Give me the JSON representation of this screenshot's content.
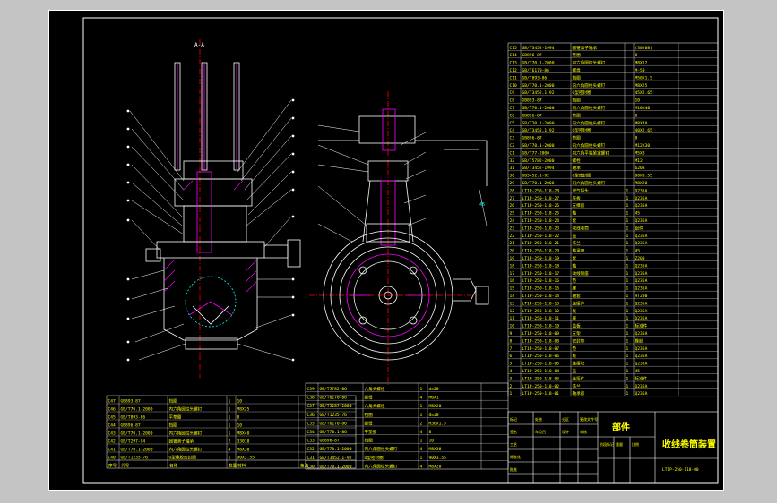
{
  "drawing": {
    "title_main": "收线卷筒装置",
    "title_part": "部件",
    "drawing_no": "LT1P-250-118-00",
    "header_cols": [
      "序号",
      "代号",
      "名称",
      "数量",
      "材料",
      "备注"
    ],
    "tb_labels": [
      "标记",
      "处数",
      "分区",
      "更改文件号",
      "签名",
      "年月日",
      "设计",
      "审核",
      "工艺",
      "标准化",
      "批准",
      "阶段标记",
      "重量",
      "比例"
    ],
    "section_label": "A-A",
    "dim_label": "45",
    "colors": {
      "frame": "#ffffff",
      "line": "#ffffff",
      "hatch": "#ff00ff",
      "text": "#ffff00",
      "dim": "#00ffff"
    }
  },
  "bom_right": [
    {
      "no": "C15",
      "code": "GB/T3452-1994",
      "name": "圆锥滚子轴承",
      "qty": "",
      "mat": "(30208)"
    },
    {
      "no": "C14",
      "code": "GB896-87",
      "name": "垫圈",
      "qty": "",
      "mat": "8"
    },
    {
      "no": "C13",
      "code": "GB/T70.1-2000",
      "name": "内六角圆柱头螺钉",
      "qty": "",
      "mat": "M8X12"
    },
    {
      "no": "C12",
      "code": "GB/T6170-86",
      "name": "螺母",
      "qty": "",
      "mat": "M-50"
    },
    {
      "no": "C11",
      "code": "GB/T893-86",
      "name": "挡圈",
      "qty": "",
      "mat": "M50X1.5"
    },
    {
      "no": "C10",
      "code": "GB/T70.1-2000",
      "name": "内六角圆柱头螺钉",
      "qty": "",
      "mat": "M8X25"
    },
    {
      "no": "C9",
      "code": "GB/T3452.1-92",
      "name": "O型密封圈",
      "qty": "",
      "mat": "45X2.65"
    },
    {
      "no": "C8",
      "code": "GB893-87",
      "name": "挡圈",
      "qty": "",
      "mat": "10"
    },
    {
      "no": "C7",
      "code": "GB/T70.1-2000",
      "name": "内六角圆柱头螺钉",
      "qty": "",
      "mat": "M10X40"
    },
    {
      "no": "C6",
      "code": "GB896-87",
      "name": "垫圈",
      "qty": "",
      "mat": "8"
    },
    {
      "no": "C5",
      "code": "GB/T70.1-2000",
      "name": "内六角圆柱头螺钉",
      "qty": "",
      "mat": "M8X40"
    },
    {
      "no": "C4",
      "code": "GB/T3452.1-92",
      "name": "O型密封圈",
      "qty": "",
      "mat": "40X2.65"
    },
    {
      "no": "C3",
      "code": "GB896-87",
      "name": "垫圈",
      "qty": "",
      "mat": "8"
    },
    {
      "no": "C2",
      "code": "GB/T70.1-2000",
      "name": "内六角圆柱头螺钉",
      "qty": "",
      "mat": "M12X30"
    },
    {
      "no": "C1",
      "code": "GB/T77-2000",
      "name": "内六角平端紧定螺钉",
      "qty": "",
      "mat": "M5X8"
    },
    {
      "no": "32",
      "code": "GB/T5782-2000",
      "name": "螺栓",
      "qty": "",
      "mat": "M12"
    },
    {
      "no": "31",
      "code": "GB/T3452-1994",
      "name": "轴承",
      "qty": "",
      "mat": "6208"
    },
    {
      "no": "30",
      "code": "GB3452.1-92",
      "name": "O型密封圈",
      "qty": "",
      "mat": "80X3.55"
    },
    {
      "no": "29",
      "code": "GB/T70.1-2000",
      "name": "内六角圆柱头螺钉",
      "qty": "",
      "mat": "M8X20"
    },
    {
      "no": "28",
      "code": "LT1P-250-118-28",
      "name": "进气接头",
      "qty": "1",
      "mat": "Q235A"
    },
    {
      "no": "27",
      "code": "LT1P-250-118-27",
      "name": "压板",
      "qty": "1",
      "mat": "Q235A"
    },
    {
      "no": "26",
      "code": "LT1P-250-118-26",
      "name": "支撑座",
      "qty": "1",
      "mat": "Q235A"
    },
    {
      "no": "25",
      "code": "LT1P-250-118-25",
      "name": "轴",
      "qty": "1",
      "mat": "45"
    },
    {
      "no": "24",
      "code": "LT1P-250-118-24",
      "name": "套",
      "qty": "1",
      "mat": "Q235A"
    },
    {
      "no": "23",
      "code": "LT1P-250-118-23",
      "name": "收线卷筒",
      "qty": "1",
      "mat": "组件"
    },
    {
      "no": "22",
      "code": "LT1P-250-118-22",
      "name": "盖",
      "qty": "1",
      "mat": "Q235A"
    },
    {
      "no": "21",
      "code": "LT1P-250-118-21",
      "name": "法兰",
      "qty": "1",
      "mat": "Q235A"
    },
    {
      "no": "20",
      "code": "LT1P-250-118-20",
      "name": "轴承座",
      "qty": "1",
      "mat": "45"
    },
    {
      "no": "19",
      "code": "LT1P-250-118-19",
      "name": "套",
      "qty": "1",
      "mat": "Z200"
    },
    {
      "no": "18",
      "code": "LT1P-250-118-18",
      "name": "轴",
      "qty": "1",
      "mat": "Q235A"
    },
    {
      "no": "17",
      "code": "LT1P-250-118-17",
      "name": "收线筒座",
      "qty": "1",
      "mat": "Q235A"
    },
    {
      "no": "16",
      "code": "LT1P-250-118-16",
      "name": "垫",
      "qty": "1",
      "mat": "Q235A"
    },
    {
      "no": "15",
      "code": "LT1P-250-118-15",
      "name": "座",
      "qty": "1",
      "mat": "Q235A"
    },
    {
      "no": "14",
      "code": "LT1P-250-118-14",
      "name": "轴套",
      "qty": "1",
      "mat": "HT200"
    },
    {
      "no": "13",
      "code": "LT1P-250-118-13",
      "name": "连接件",
      "qty": "1",
      "mat": "Q235A"
    },
    {
      "no": "12",
      "code": "LT1P-250-118-12",
      "name": "板",
      "qty": "1",
      "mat": "Q235A"
    },
    {
      "no": "11",
      "code": "LT1P-250-118-11",
      "name": "座",
      "qty": "1",
      "mat": "Q235A"
    },
    {
      "no": "10",
      "code": "LT1P-250-118-10",
      "name": "盖板",
      "qty": "1",
      "mat": "标准件"
    },
    {
      "no": "9",
      "code": "LT1P-250-118-09",
      "name": "支架",
      "qty": "1",
      "mat": "Q235A"
    },
    {
      "no": "8",
      "code": "LT1P-250-118-08",
      "name": "密封垫",
      "qty": "1",
      "mat": "橡胶"
    },
    {
      "no": "7",
      "code": "LT1P-250-118-07",
      "name": "垫",
      "qty": "1",
      "mat": "Q235A"
    },
    {
      "no": "6",
      "code": "LT1P-250-118-06",
      "name": "板",
      "qty": "1",
      "mat": "Q235A"
    },
    {
      "no": "5",
      "code": "LT1P-250-118-05",
      "name": "连接块",
      "qty": "1",
      "mat": "Q235A"
    },
    {
      "no": "4",
      "code": "LT1P-250-118-04",
      "name": "盖",
      "qty": "1",
      "mat": "45"
    },
    {
      "no": "3",
      "code": "LT1P-250-118-03",
      "name": "连接件",
      "qty": "1",
      "mat": "标准件"
    },
    {
      "no": "2",
      "code": "LT1P-250-118-02",
      "name": "法兰",
      "qty": "1",
      "mat": "Q235A"
    },
    {
      "no": "1",
      "code": "LT1P-250-118-01",
      "name": "轴承座",
      "qty": "1",
      "mat": "Q235A"
    }
  ],
  "bom_left": [
    {
      "no": "C47",
      "code": "GB893-87",
      "name": "挡圈",
      "qty": "1",
      "mat": "10"
    },
    {
      "no": "C46",
      "code": "GB/T70.1-2000",
      "name": "内六角圆柱头螺钉",
      "qty": "1",
      "mat": "M8X25"
    },
    {
      "no": "C45",
      "code": "GB/T893-86",
      "name": "平垫圈",
      "qty": "1",
      "mat": "8"
    },
    {
      "no": "C44",
      "code": "GB896-87",
      "name": "挡圈",
      "qty": "1",
      "mat": "10"
    },
    {
      "no": "C43",
      "code": "GB/T70.1-2000",
      "name": "内六角圆柱头螺钉",
      "qty": "1",
      "mat": "M8X40"
    },
    {
      "no": "C42",
      "code": "GB/T297-94",
      "name": "圆锥滚子轴承",
      "qty": "2",
      "mat": "33010"
    },
    {
      "no": "C41",
      "code": "GB/T70.1-2000",
      "name": "内六角圆柱头螺钉",
      "qty": "4",
      "mat": "M8X30"
    },
    {
      "no": "C40",
      "code": "GB/T1235-76",
      "name": "O型橡胶密封圈",
      "qty": "1",
      "mat": "90X3.55"
    }
  ],
  "bom_mid": [
    {
      "no": "C39",
      "code": "GB/T5782-86",
      "name": "六角头螺栓",
      "qty": "1",
      "mat": "d=20"
    },
    {
      "no": "C38",
      "code": "GB/T6170-86",
      "name": "螺母",
      "qty": "4",
      "mat": "M6X1"
    },
    {
      "no": "C37",
      "code": "GB/T5287-2000",
      "name": "六角头螺栓",
      "qty": "1",
      "mat": "M8X20"
    },
    {
      "no": "C36",
      "code": "GB/T1235-76",
      "name": "挡圈",
      "qty": "1",
      "mat": "d=20"
    },
    {
      "no": "C35",
      "code": "GB/T6170-86",
      "name": "螺母",
      "qty": "2",
      "mat": "M36X1.5"
    },
    {
      "no": "C34",
      "code": "GB/T70.1-86",
      "name": "平垫圈",
      "qty": "4",
      "mat": "8"
    },
    {
      "no": "C33",
      "code": "GB896-87",
      "name": "挡圈",
      "qty": "1",
      "mat": "10"
    },
    {
      "no": "C32",
      "code": "GB/T70.1-2000",
      "name": "内六角圆柱头螺钉",
      "qty": "4",
      "mat": "M8X30"
    },
    {
      "no": "C31",
      "code": "GB/T3452.1-92",
      "name": "O型密封圈",
      "qty": "1",
      "mat": "90X3.55"
    },
    {
      "no": "C30",
      "code": "GB/T70.1-2000",
      "name": "内六角圆柱头螺钉",
      "qty": "4",
      "mat": "M8X20"
    }
  ]
}
